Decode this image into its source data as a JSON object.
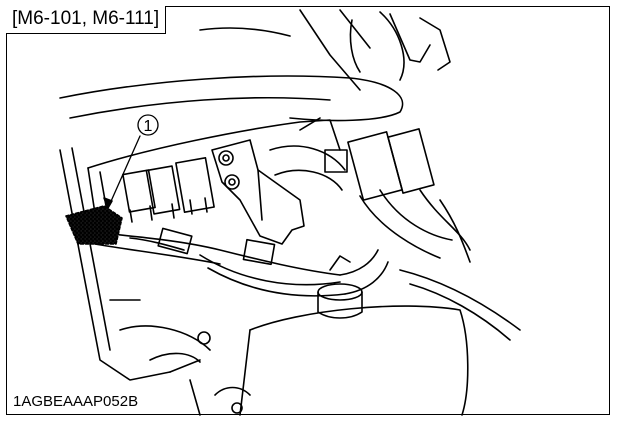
{
  "header": {
    "model_label": "[M6-101, M6-111]"
  },
  "figure": {
    "code": "1AGBEAAAP052B"
  },
  "callouts": [
    {
      "number": "1"
    }
  ],
  "colors": {
    "line": "#000000",
    "background": "#ffffff",
    "highlight_fill": "#9a9a9a"
  }
}
